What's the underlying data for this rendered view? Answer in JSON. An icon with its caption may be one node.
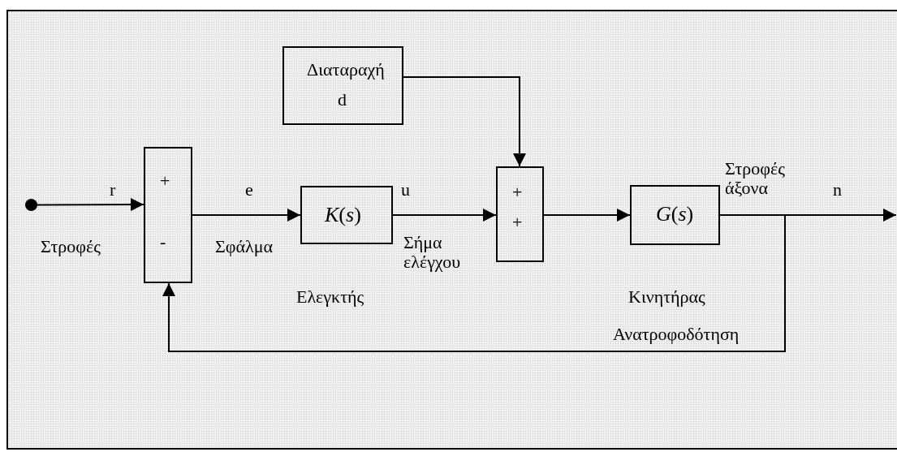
{
  "diagram": {
    "nodes": [
      {
        "text": [],
        "shape": "circle"
      },
      {
        "text": [
          "+",
          "-"
        ]
      },
      {
        "text": [
          "Διαταραχή",
          "d"
        ]
      },
      {
        "text": [
          "*K*(*s*)"
        ],
        "beside": [
          "Ελεγκτής"
        ]
      },
      {
        "text": [
          "+",
          "+"
        ]
      },
      {
        "text": [
          "*G*(*s*)"
        ],
        "beside": [
          "Κινητήρας"
        ]
      }
    ],
    "edges": [
      {
        "from": 0,
        "to": 1,
        "arrow": "to",
        "label": "r"
      },
      {
        "from": 1,
        "to": 3,
        "arrow": "to",
        "label": "e"
      },
      {
        "from": 3,
        "to": 4,
        "arrow": "to",
        "label": "u"
      },
      {
        "from": 2,
        "to": 4,
        "arrow": "to"
      },
      {
        "from": 4,
        "to": 5,
        "arrow": "to"
      },
      {
        "from": 5,
        "to": null,
        "arrow": "to",
        "label": "n"
      },
      {
        "from": 5,
        "to": 1,
        "arrow": "to",
        "label": "Ανατροφοδότηση"
      }
    ],
    "labels": [
      "Στροφές",
      "Σφάλμα",
      "Σήμα ελέγχου",
      "Στροφές άξονα"
    ]
  }
}
